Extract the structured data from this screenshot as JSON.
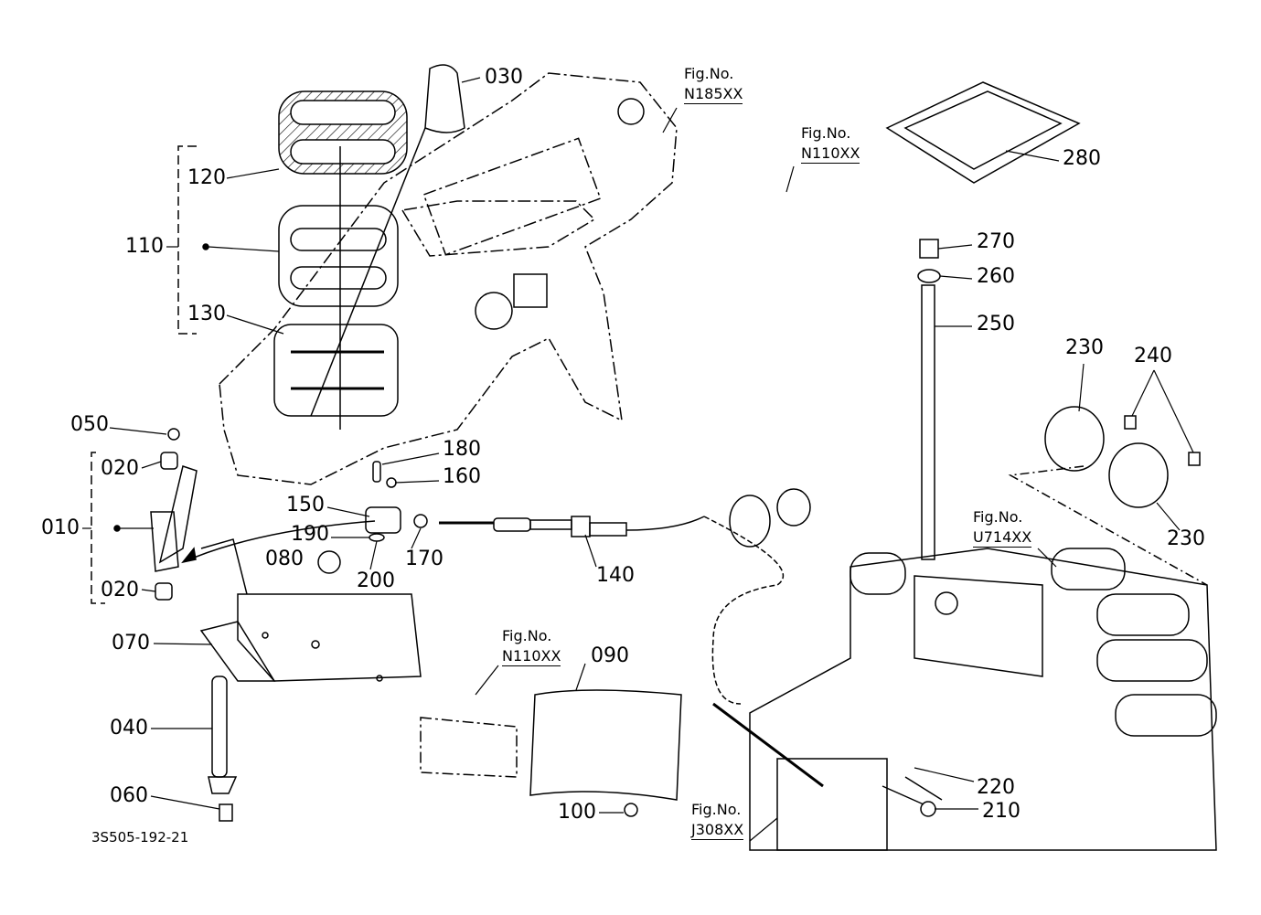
{
  "diagram": {
    "drawing_number": "3S505-192-21",
    "parts": [
      {
        "ref": "030"
      },
      {
        "ref": "120"
      },
      {
        "ref": "110"
      },
      {
        "ref": "130"
      },
      {
        "ref": "050"
      },
      {
        "ref": "020"
      },
      {
        "ref": "010"
      },
      {
        "ref": "020"
      },
      {
        "ref": "070"
      },
      {
        "ref": "040"
      },
      {
        "ref": "060"
      },
      {
        "ref": "180"
      },
      {
        "ref": "160"
      },
      {
        "ref": "150"
      },
      {
        "ref": "190"
      },
      {
        "ref": "080"
      },
      {
        "ref": "200"
      },
      {
        "ref": "170"
      },
      {
        "ref": "140"
      },
      {
        "ref": "090"
      },
      {
        "ref": "100"
      },
      {
        "ref": "280"
      },
      {
        "ref": "270"
      },
      {
        "ref": "260"
      },
      {
        "ref": "250"
      },
      {
        "ref": "230"
      },
      {
        "ref": "240"
      },
      {
        "ref": "230"
      },
      {
        "ref": "220"
      },
      {
        "ref": "210"
      }
    ],
    "figure_refs": [
      {
        "label": "Fig.No.",
        "number": "N185XX"
      },
      {
        "label": "Fig.No.",
        "number": "N110XX"
      },
      {
        "label": "Fig.No.",
        "number": "U714XX"
      },
      {
        "label": "Fig.No.",
        "number": "N110XX"
      },
      {
        "label": "Fig.No.",
        "number": "J308XX"
      }
    ]
  }
}
